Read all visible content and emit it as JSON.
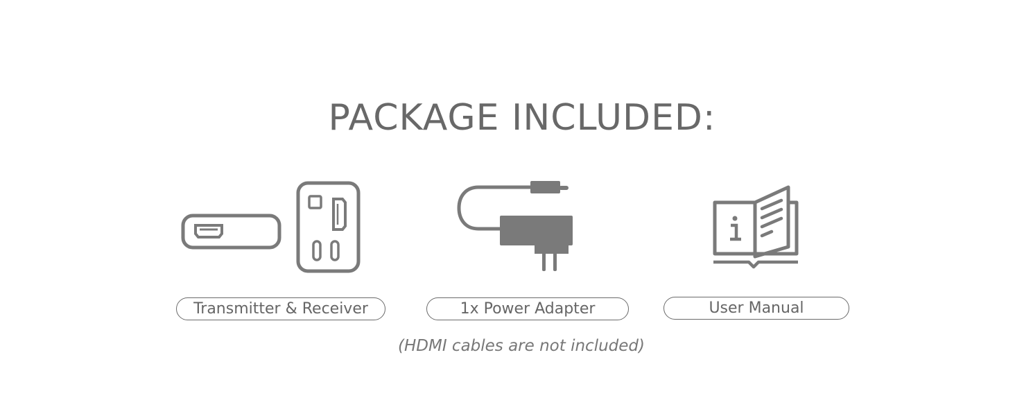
{
  "title": "PACKAGE INCLUDED:",
  "items": [
    {
      "label": "Transmitter & Receiver",
      "icon": "transmitter-receiver-icon"
    },
    {
      "label": "1x Power Adapter",
      "icon": "power-adapter-icon"
    },
    {
      "label": "User Manual",
      "icon": "user-manual-icon"
    }
  ],
  "note": "(HDMI cables are not included)",
  "colors": {
    "icon": "#7a7a7a",
    "text": "#666666"
  }
}
